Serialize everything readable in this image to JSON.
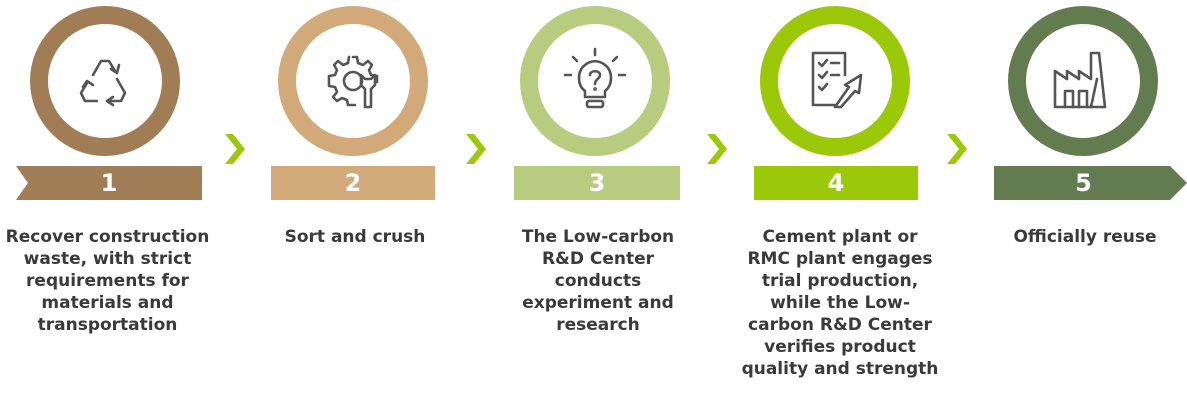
{
  "steps": [
    {
      "number": "1",
      "text": "Recover construction waste, with strict requirements for materials and transportation",
      "color": "#a07d54",
      "icon": "recycle-icon"
    },
    {
      "number": "2",
      "text": "Sort and crush",
      "color": "#d2aa7a",
      "icon": "gear-wrench-icon"
    },
    {
      "number": "3",
      "text": "The Low-carbon R&D Center conducts experiment and research",
      "color": "#b7cc7e",
      "icon": "lightbulb-question-icon"
    },
    {
      "number": "4",
      "text": "Cement plant or RMC plant engages trial production, while the Low-carbon R&D Center verifies product quality and strength",
      "color": "#9cc80a",
      "icon": "checklist-arrow-icon"
    },
    {
      "number": "5",
      "text": "Officially reuse",
      "color": "#627c50",
      "icon": "factory-icon"
    }
  ],
  "arrow_color": "#9cc80a"
}
